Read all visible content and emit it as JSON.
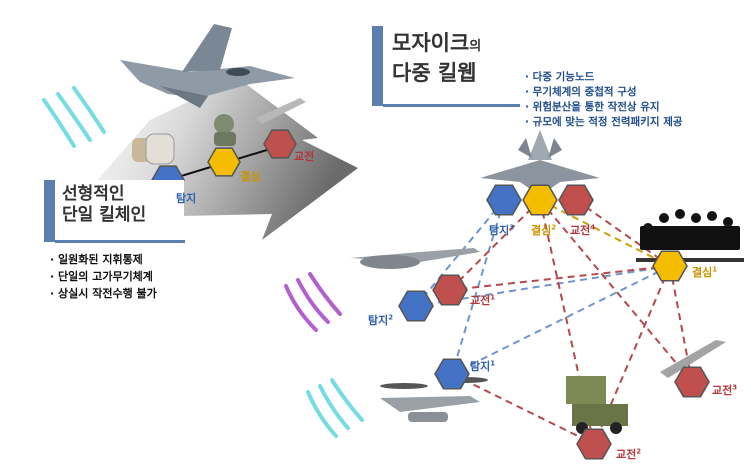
{
  "left_panel": {
    "title_line1": "선형적인",
    "title_line2": "단일 킬체인",
    "bullets": [
      "일원화된 지휘통제",
      "단일의 고가무기체계",
      "상실시 작전수행 불가"
    ],
    "nodes": {
      "detect": "탐지",
      "decide": "결심",
      "engage": "교전"
    }
  },
  "right_panel": {
    "title_line1_main": "모자이크",
    "title_line1_suffix": "의",
    "title_line2": "다중 킬웹",
    "bullets": [
      "다중 기능노드",
      "무기체계의 중첩적 구성",
      "위험분산을 통한 작전상 유지",
      "규모에 맞는 적정 전력패키지 제공"
    ],
    "nodes": [
      {
        "text": "탐지",
        "sup": "3"
      },
      {
        "text": "결심",
        "sup": "2"
      },
      {
        "text": "교전",
        "sup": "4"
      },
      {
        "text": "결심",
        "sup": "1"
      },
      {
        "text": "교전",
        "sup": "1"
      },
      {
        "text": "탐지",
        "sup": "2"
      },
      {
        "text": "탐지",
        "sup": "1"
      },
      {
        "text": "교전",
        "sup": "3"
      },
      {
        "text": "교전",
        "sup": "2"
      }
    ]
  },
  "colors": {
    "detect": "#4472c4",
    "decide": "#f5bd00",
    "engage": "#c0504d",
    "title_bar": "#5b7fae"
  },
  "icons": [
    "fighter-jet-icon",
    "radar-icon",
    "pilot-icon",
    "missile-icon",
    "stealth-fighter-icon",
    "soldiers-silhouette-icon",
    "reaper-drone-icon",
    "tiltrotor-drone-icon",
    "missile-launcher-truck-icon",
    "cruise-missile-icon",
    "signal-waves-icon"
  ]
}
